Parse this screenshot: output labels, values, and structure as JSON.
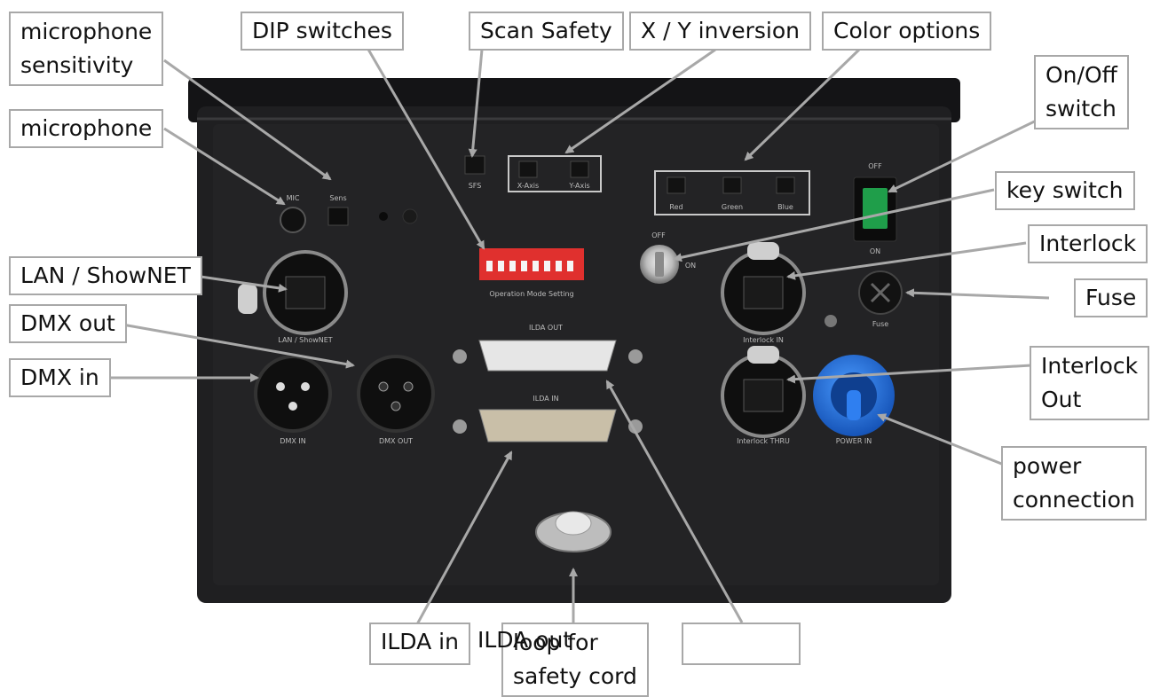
{
  "labels": {
    "mic_sensitivity": "microphone\nsensitivity",
    "dip_switches": "DIP switches",
    "scan_safety": "Scan Safety",
    "xy_inversion": "X / Y inversion",
    "color_options": "Color options",
    "on_off_switch": "On/Off\nswitch",
    "microphone": "microphone",
    "key_switch": "key switch",
    "interlock": "Interlock",
    "lan_shownet": "LAN / ShowNET",
    "fuse": "Fuse",
    "dmx_out": "DMX out",
    "dmx_in": "DMX in",
    "interlock_out": "Interlock\nOut",
    "power_connection": "power\nconnection",
    "ilda_in": "ILDA in",
    "ilda_out": "ILDA out",
    "loop_safety_cord": "loop for\nsafety cord",
    "empty_box": ""
  },
  "panel_print": {
    "mic": "MIC",
    "sens": "Sens",
    "sfs": "SFS",
    "x_axis": "X-Axis",
    "y_axis": "Y-Axis",
    "red": "Red",
    "green": "Green",
    "blue": "Blue",
    "off": "OFF",
    "on": "ON",
    "key_off": "OFF",
    "key_on": "ON",
    "op_mode": "Operation Mode Setting",
    "lan_showNET": "LAN / ShowNET",
    "interlock_in": "Interlock IN",
    "fuse": "Fuse",
    "ilda_out": "ILDA OUT",
    "ilda_in": "ILDA IN",
    "dmx_in": "DMX IN",
    "dmx_out": "DMX OUT",
    "interlock_thru": "Interlock THRU",
    "power_in": "POWER IN"
  },
  "colors": {
    "panel": "#1c1c1e",
    "switch_green": "#1f9e4a",
    "powercon_blue": "#1f6fd6",
    "dip_red": "#e0302e",
    "callout_border": "#a8a8a8",
    "arrow": "#a8a8a8"
  }
}
